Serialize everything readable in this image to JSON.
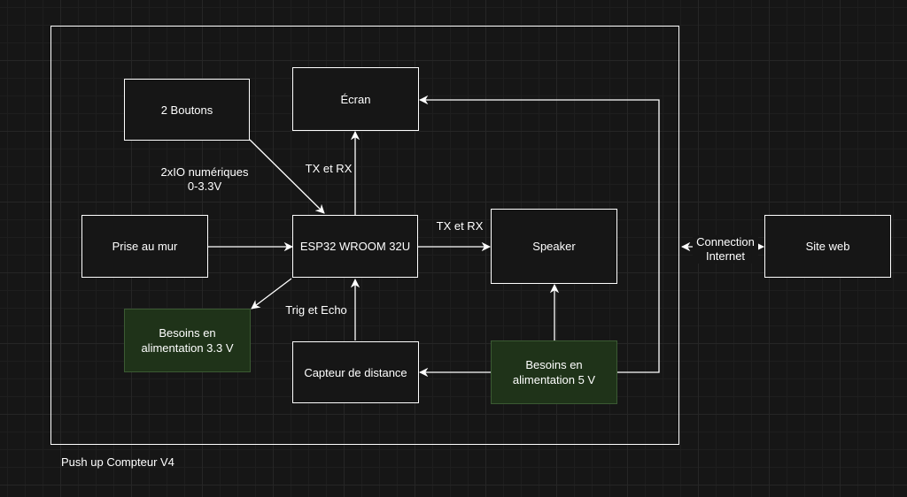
{
  "container": {
    "caption": "Push up Compteur V4"
  },
  "nodes": {
    "boutons": "2 Boutons",
    "ecran": "Écran",
    "prise": "Prise au mur",
    "esp32": "ESP32 WROOM 32U",
    "speaker": "Speaker",
    "site": "Site web",
    "besoins33": "Besoins en\nalimentation 3.3 V",
    "capteur": "Capteur de distance",
    "besoins5": "Besoins en\nalimentation 5 V"
  },
  "edge_labels": {
    "io": "2xIO numériques\n0-3.3V",
    "txrx_ecran": "TX et RX",
    "txrx_speaker": "TX et RX",
    "trig": "Trig et Echo",
    "internet": "Connection\nInternet"
  },
  "colors": {
    "background": "#161616",
    "stroke": "#ffffff",
    "green_fill": "#1f3319",
    "green_stroke": "#3b5a33"
  }
}
